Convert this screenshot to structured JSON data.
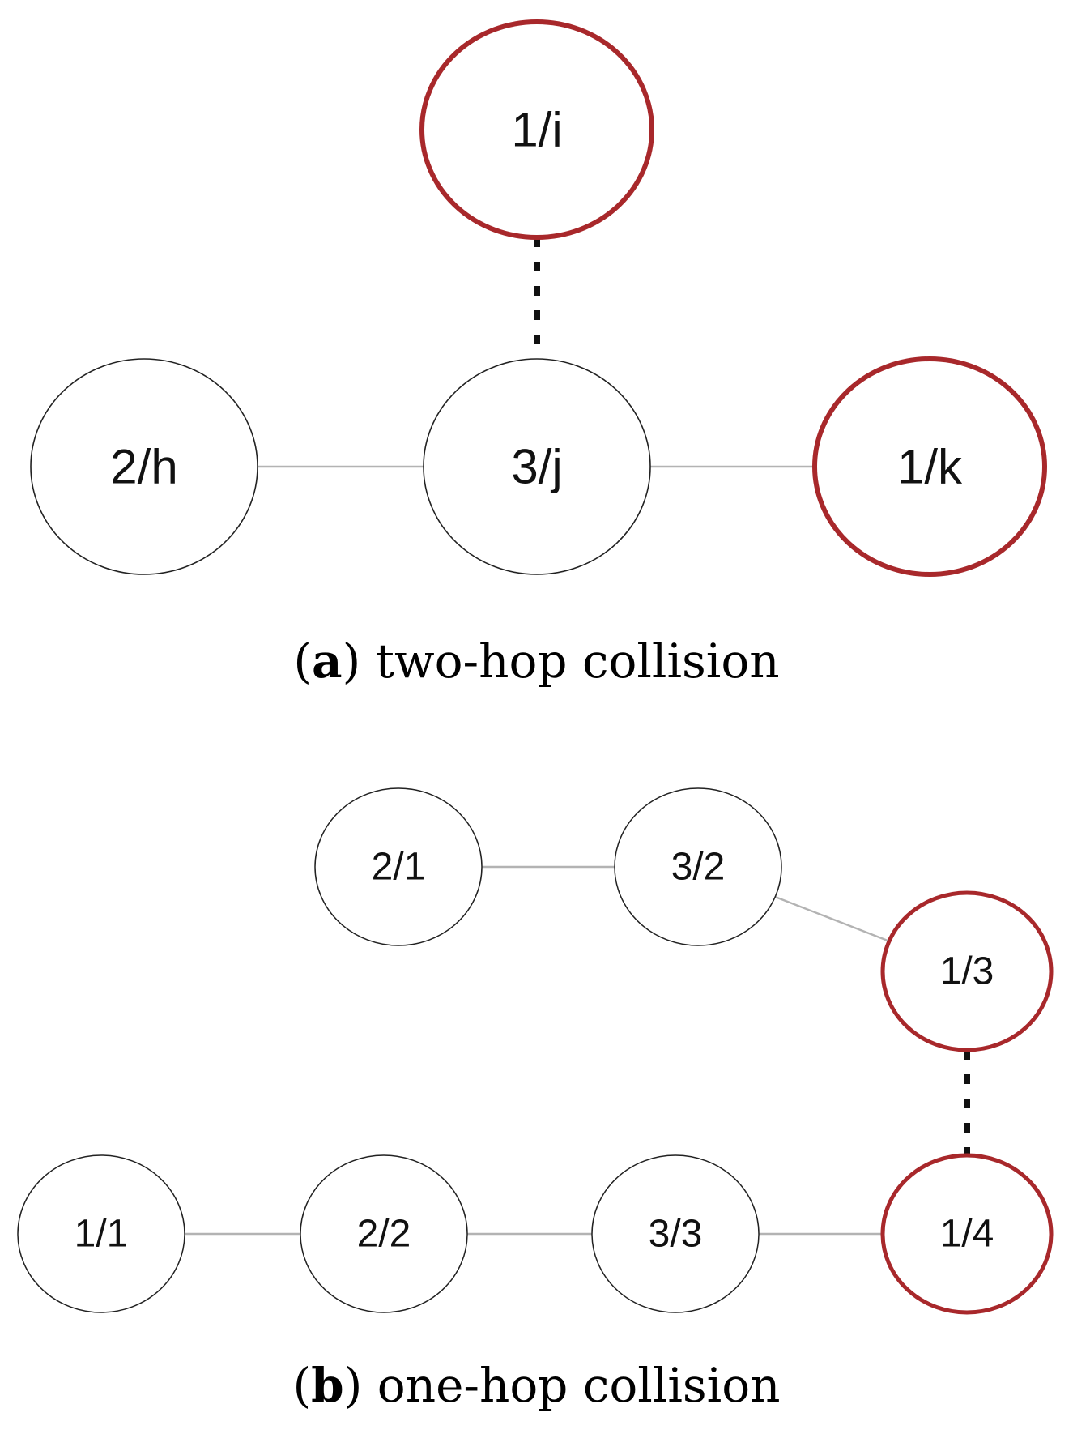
{
  "colors": {
    "normal_stroke": "#222222",
    "collision_stroke": "#a8282b",
    "edge": "#b3b3b3",
    "collision_link": "#111111"
  },
  "diagram_a": {
    "caption": {
      "tag": "a",
      "text": "two-hop collision"
    },
    "nodes": [
      {
        "id": "a-i",
        "label": "1/i",
        "collision": true
      },
      {
        "id": "a-h",
        "label": "2/h",
        "collision": false
      },
      {
        "id": "a-j",
        "label": "3/j",
        "collision": false
      },
      {
        "id": "a-k",
        "label": "1/k",
        "collision": true
      }
    ],
    "edges": [
      {
        "from": "a-h",
        "to": "a-j",
        "style": "solid"
      },
      {
        "from": "a-j",
        "to": "a-k",
        "style": "solid"
      },
      {
        "from": "a-i",
        "to": "a-j",
        "style": "dotted"
      }
    ]
  },
  "diagram_b": {
    "caption": {
      "tag": "b",
      "text": "one-hop collision"
    },
    "nodes": [
      {
        "id": "b-21",
        "label": "2/1",
        "collision": false
      },
      {
        "id": "b-32",
        "label": "3/2",
        "collision": false
      },
      {
        "id": "b-13",
        "label": "1/3",
        "collision": true
      },
      {
        "id": "b-11",
        "label": "1/1",
        "collision": false
      },
      {
        "id": "b-22",
        "label": "2/2",
        "collision": false
      },
      {
        "id": "b-33",
        "label": "3/3",
        "collision": false
      },
      {
        "id": "b-14",
        "label": "1/4",
        "collision": true
      }
    ],
    "edges": [
      {
        "from": "b-21",
        "to": "b-32",
        "style": "solid"
      },
      {
        "from": "b-32",
        "to": "b-13",
        "style": "solid"
      },
      {
        "from": "b-11",
        "to": "b-22",
        "style": "solid"
      },
      {
        "from": "b-22",
        "to": "b-33",
        "style": "solid"
      },
      {
        "from": "b-33",
        "to": "b-14",
        "style": "solid"
      },
      {
        "from": "b-13",
        "to": "b-14",
        "style": "dotted"
      }
    ]
  }
}
